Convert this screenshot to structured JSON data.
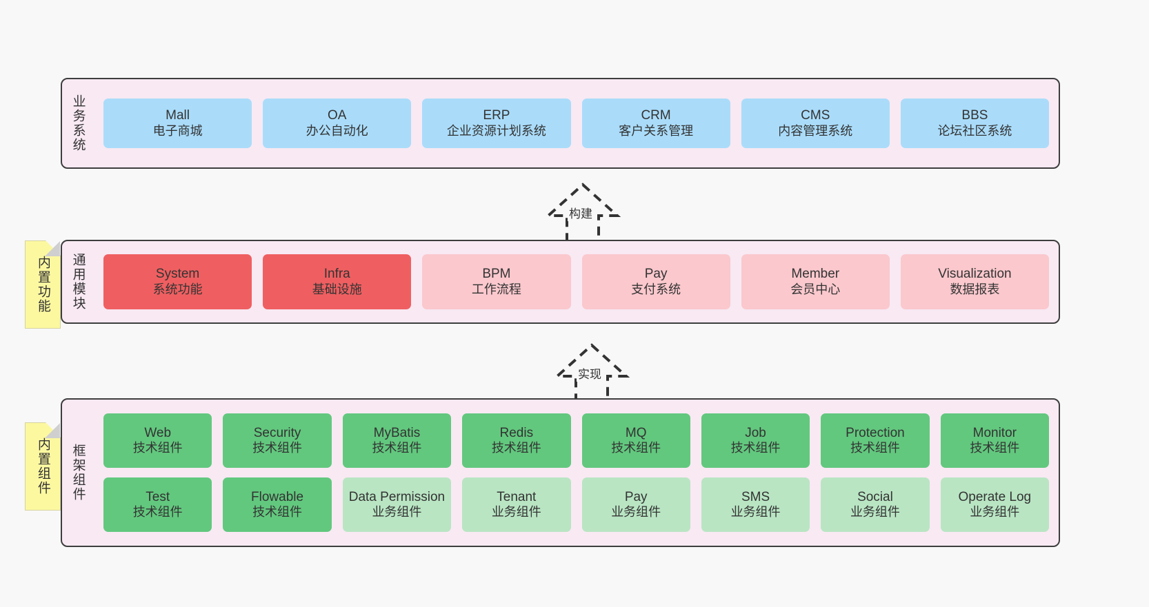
{
  "background_color": "#f8f8f8",
  "palette": {
    "panel_fill": "#f8e9f3",
    "panel_border": "#3d3d3d",
    "blue": "#aadcfa",
    "red": "#ef5f61",
    "pink": "#fac8cd",
    "green": "#62c87e",
    "green_light": "#b9e5c3",
    "note_yellow": "#fcf8a0",
    "text": "#333333"
  },
  "layers": {
    "business": {
      "title": "业务系统",
      "nodes": [
        {
          "en": "Mall",
          "cn": "电子商城"
        },
        {
          "en": "OA",
          "cn": "办公自动化"
        },
        {
          "en": "ERP",
          "cn": "企业资源计划系统"
        },
        {
          "en": "CRM",
          "cn": "客户关系管理"
        },
        {
          "en": "CMS",
          "cn": "内容管理系统"
        },
        {
          "en": "BBS",
          "cn": "论坛社区系统"
        }
      ]
    },
    "modules": {
      "title": "通用模块",
      "note": "内置功能",
      "nodes": [
        {
          "en": "System",
          "cn": "系统功能"
        },
        {
          "en": "Infra",
          "cn": "基础设施"
        },
        {
          "en": "BPM",
          "cn": "工作流程"
        },
        {
          "en": "Pay",
          "cn": "支付系统"
        },
        {
          "en": "Member",
          "cn": "会员中心"
        },
        {
          "en": "Visualization",
          "cn": "数据报表"
        }
      ]
    },
    "framework": {
      "title": "框架组件",
      "note": "内置组件",
      "row1": [
        {
          "en": "Web",
          "cn": "技术组件"
        },
        {
          "en": "Security",
          "cn": "技术组件"
        },
        {
          "en": "MyBatis",
          "cn": "技术组件"
        },
        {
          "en": "Redis",
          "cn": "技术组件"
        },
        {
          "en": "MQ",
          "cn": "技术组件"
        },
        {
          "en": "Job",
          "cn": "技术组件"
        },
        {
          "en": "Protection",
          "cn": "技术组件"
        },
        {
          "en": "Monitor",
          "cn": "技术组件"
        }
      ],
      "row2": [
        {
          "en": "Test",
          "cn": "技术组件"
        },
        {
          "en": "Flowable",
          "cn": "技术组件"
        },
        {
          "en": "Data Permission",
          "cn": "业务组件"
        },
        {
          "en": "Tenant",
          "cn": "业务组件"
        },
        {
          "en": "Pay",
          "cn": "业务组件"
        },
        {
          "en": "SMS",
          "cn": "业务组件"
        },
        {
          "en": "Social",
          "cn": "业务组件"
        },
        {
          "en": "Operate Log",
          "cn": "业务组件"
        }
      ]
    }
  },
  "connectors": [
    {
      "label": "构建",
      "direction": "up",
      "style": "dashed-generalization"
    },
    {
      "label": "实现",
      "direction": "up",
      "style": "dashed-generalization"
    }
  ]
}
